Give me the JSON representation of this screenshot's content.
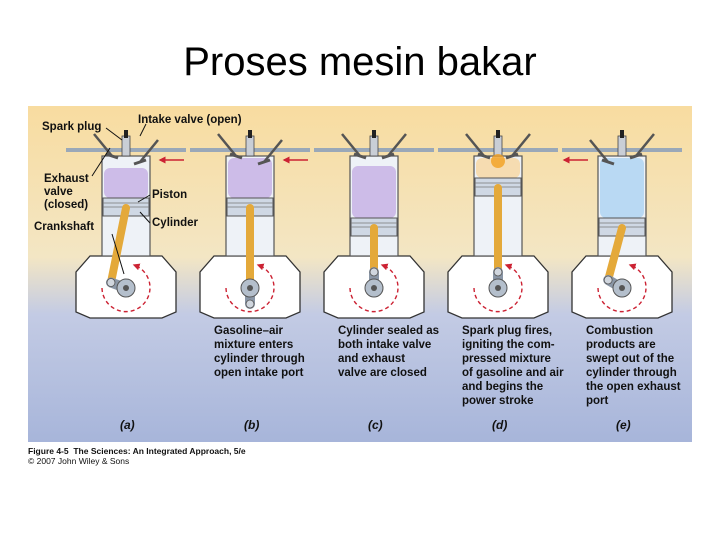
{
  "title": "Proses mesin bakar",
  "labels": {
    "spark_plug": "Spark plug",
    "intake_valve": "Intake valve (open)",
    "exhaust_valve": [
      "Exhaust",
      "valve",
      "(closed)"
    ],
    "piston": "Piston",
    "cylinder": "Cylinder",
    "crankshaft": "Crankshaft"
  },
  "stages": [
    {
      "letter": "(a)",
      "desc": []
    },
    {
      "letter": "(b)",
      "desc": [
        "Gasoline–air",
        "mixture enters",
        "cylinder through",
        "open intake port"
      ]
    },
    {
      "letter": "(c)",
      "desc": [
        "Cylinder sealed as",
        "both intake valve",
        "and exhaust",
        "valve are closed"
      ]
    },
    {
      "letter": "(d)",
      "desc": [
        "Spark plug fires,",
        "igniting the com-",
        "pressed mixture",
        "of gasoline and air",
        "and begins the",
        "power stroke"
      ]
    },
    {
      "letter": "(e)",
      "desc": [
        "Combustion",
        "products are",
        "swept out of the",
        "cylinder through",
        "the open exhaust",
        "port"
      ]
    }
  ],
  "caption": {
    "line1_bold": "Figure 4-5",
    "line1_rest": "The Sciences: An Integrated Approach, 5/e",
    "line2": "© 2007 John Wiley & Sons"
  },
  "colors": {
    "bg_top": "#f8dca0",
    "bg_bottom": "#a7b5da",
    "cylinder": "#cfd8e4",
    "crankcase": "#ffffff",
    "rod": "#e4a93a",
    "arrow": "#cc2233",
    "gas_mix": "#c9b6e6",
    "exhaust_gas": "#b3d6f2",
    "spark": "#f2a020"
  }
}
